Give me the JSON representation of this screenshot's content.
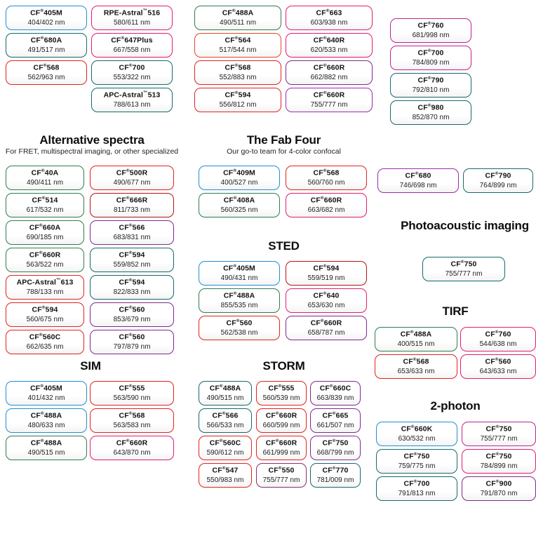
{
  "page": {
    "title": "CF Dye Selection Chart",
    "registered_mark": "®",
    "trademark_mark": "™",
    "unit": "nm"
  },
  "palette": {
    "blue": "#1f8fd4",
    "green": "#2f7d4f",
    "teal": "#17696b",
    "red": "#e0231f",
    "darkred": "#b3141b",
    "orange": "#e8452a",
    "pink": "#e51a72",
    "magenta": "#c0238f",
    "purple": "#7d2a8e",
    "violet": "#9a2bb0",
    "plum": "#8b2f6d"
  },
  "sections": {
    "top_left": {
      "heading": "",
      "subheading": "",
      "columns": [
        [
          {
            "name": "CF®405M",
            "spec": "404/402 nm",
            "color": "blue"
          },
          {
            "name": "CF®680A",
            "spec": "491/517 nm",
            "color": "teal"
          },
          {
            "name": "CF®568",
            "spec": "562/963 nm",
            "color": "red"
          }
        ],
        [
          {
            "name": "RPE-Astral™516",
            "spec": "580/611 nm",
            "color": "pink"
          },
          {
            "name": "CF®647Plus",
            "spec": "667/558 nm",
            "color": "pink"
          },
          {
            "name": "CF®700",
            "spec": "553/322 nm",
            "color": "teal"
          },
          {
            "name": "APC-Astral™513",
            "spec": "788/613 nm",
            "color": "teal"
          }
        ]
      ]
    },
    "top_mid": {
      "columns": [
        [
          {
            "name": "CF®488A",
            "spec": "490/511 nm",
            "color": "green"
          },
          {
            "name": "CF®564",
            "spec": "517/544 nm",
            "color": "orange"
          },
          {
            "name": "CF®568",
            "spec": "552/883 nm",
            "color": "red"
          },
          {
            "name": "CF®594",
            "spec": "556/812 nm",
            "color": "red"
          }
        ],
        [
          {
            "name": "CF®663",
            "spec": "603/938 nm",
            "color": "pink"
          },
          {
            "name": "CF®640R",
            "spec": "620/533 nm",
            "color": "pink"
          },
          {
            "name": "CF®660R",
            "spec": "662/882 nm",
            "color": "purple"
          },
          {
            "name": "CF®660R",
            "spec": "755/777 nm",
            "color": "violet"
          }
        ]
      ]
    },
    "top_right": {
      "columns": [
        [
          {
            "name": "CF®760",
            "spec": "681/998 nm",
            "color": "magenta"
          },
          {
            "name": "CF®700",
            "spec": "784/809 nm",
            "color": "magenta"
          },
          {
            "name": "CF®790",
            "spec": "792/810 nm",
            "color": "teal"
          },
          {
            "name": "CF®980",
            "spec": "852/870 nm",
            "color": "teal"
          }
        ]
      ]
    },
    "alternative_spectra": {
      "heading": "Alternative spectra",
      "subheading": "For FRET, multispectral imaging, or other specialized",
      "columns": [
        [
          {
            "name": "CF®40A",
            "spec": "490/411 nm",
            "color": "green"
          },
          {
            "name": "CF®514",
            "spec": "617/532 nm",
            "color": "green"
          },
          {
            "name": "CF®660A",
            "spec": "690/185 nm",
            "color": "green"
          },
          {
            "name": "CF®660R",
            "spec": "563/522 nm",
            "color": "green"
          },
          {
            "name": "APC-Astral™613",
            "spec": "788/133 nm",
            "color": "red"
          },
          {
            "name": "CF®594",
            "spec": "560/675 nm",
            "color": "red"
          },
          {
            "name": "CF®560C",
            "spec": "662/635 nm",
            "color": "red"
          }
        ],
        [
          {
            "name": "CF®500R",
            "spec": "490/677 nm",
            "color": "red"
          },
          {
            "name": "CF®666R",
            "spec": "811/733 nm",
            "color": "darkred"
          },
          {
            "name": "CF®566",
            "spec": "683/831 nm",
            "color": "purple"
          },
          {
            "name": "CF®594",
            "spec": "559/852 nm",
            "color": "teal"
          },
          {
            "name": "CF®594",
            "spec": "822/833 nm",
            "color": "teal"
          },
          {
            "name": "CF®560",
            "spec": "853/679 nm",
            "color": "purple"
          },
          {
            "name": "CF®560",
            "spec": "797/879 nm",
            "color": "purple"
          }
        ]
      ]
    },
    "fab_four": {
      "heading": "The Fab Four",
      "subheading": "Our go-to team for 4-color confocal",
      "columns": [
        [
          {
            "name": "CF®409M",
            "spec": "400/527 nm",
            "color": "blue"
          },
          {
            "name": "CF®408A",
            "spec": "560/325 nm",
            "color": "green"
          }
        ],
        [
          {
            "name": "CF®568",
            "spec": "560/760 nm",
            "color": "red"
          },
          {
            "name": "CF®660R",
            "spec": "663/682 nm",
            "color": "pink"
          }
        ]
      ]
    },
    "sted": {
      "heading": "STED",
      "subheading": "",
      "columns": [
        [
          {
            "name": "CF®405M",
            "spec": "490/431 nm",
            "color": "blue"
          },
          {
            "name": "CF®488A",
            "spec": "855/535 nm",
            "color": "green"
          },
          {
            "name": "CF®560",
            "spec": "562/538 nm",
            "color": "red"
          }
        ],
        [
          {
            "name": "CF®594",
            "spec": "559/519 nm",
            "color": "darkred"
          },
          {
            "name": "CF®640",
            "spec": "653/630 nm",
            "color": "pink"
          },
          {
            "name": "CF®660R",
            "spec": "658/787 nm",
            "color": "purple"
          }
        ]
      ]
    },
    "storm": {
      "heading": "STORM",
      "subheading": "",
      "columns": [
        [
          {
            "name": "CF®488A",
            "spec": "490/515 nm",
            "color": "teal"
          },
          {
            "name": "CF®566",
            "spec": "566/533 nm",
            "color": "teal"
          },
          {
            "name": "CF®560C",
            "spec": "590/612 nm",
            "color": "red"
          },
          {
            "name": "CF®547",
            "spec": "550/983 nm",
            "color": "red"
          }
        ],
        [
          {
            "name": "CF®555",
            "spec": "560/539 nm",
            "color": "red"
          },
          {
            "name": "CF®660R",
            "spec": "660/599 nm",
            "color": "red"
          },
          {
            "name": "CF®660R",
            "spec": "661/999 nm",
            "color": "red"
          },
          {
            "name": "CF®550",
            "spec": "755/777 nm",
            "color": "plum"
          }
        ],
        [
          {
            "name": "CF®660C",
            "spec": "663/839 nm",
            "color": "purple"
          },
          {
            "name": "CF®665",
            "spec": "661/507 nm",
            "color": "purple"
          },
          {
            "name": "CF®750",
            "spec": "668/799 nm",
            "color": "purple"
          },
          {
            "name": "CF®770",
            "spec": "781/009 nm",
            "color": "teal"
          }
        ]
      ]
    },
    "sim": {
      "heading": "SIM",
      "subheading": "",
      "columns": [
        [
          {
            "name": "CF®405M",
            "spec": "401/432 nm",
            "color": "blue"
          },
          {
            "name": "CF®488A",
            "spec": "480/633 nm",
            "color": "blue"
          },
          {
            "name": "CF®488A",
            "spec": "490/515 nm",
            "color": "green"
          }
        ],
        [
          {
            "name": "CF®555",
            "spec": "563/590 nm",
            "color": "red"
          },
          {
            "name": "CF®568",
            "spec": "563/583 nm",
            "color": "red"
          },
          {
            "name": "CF®660R",
            "spec": "643/870 nm",
            "color": "pink"
          }
        ]
      ]
    },
    "mid_right": {
      "columns": [
        [
          {
            "name": "CF®680",
            "spec": "746/698 nm",
            "color": "violet"
          }
        ],
        [
          {
            "name": "CF®790",
            "spec": "764/899 nm",
            "color": "teal"
          }
        ]
      ]
    },
    "photoacoustic": {
      "heading": "Photoacoustic imaging",
      "subheading": "",
      "columns": [
        [
          {
            "name": "CF®750",
            "spec": "755/777 nm",
            "color": "teal"
          }
        ]
      ]
    },
    "tirf": {
      "heading": "TIRF",
      "subheading": "",
      "columns": [
        [
          {
            "name": "CF®488A",
            "spec": "400/515 nm",
            "color": "green"
          },
          {
            "name": "CF®568",
            "spec": "653/633 nm",
            "color": "red"
          }
        ],
        [
          {
            "name": "CF®760",
            "spec": "544/638 nm",
            "color": "pink"
          },
          {
            "name": "CF®560",
            "spec": "643/633 nm",
            "color": "pink"
          }
        ]
      ]
    },
    "two_photon": {
      "heading": "2-photon",
      "subheading": "",
      "columns": [
        [
          {
            "name": "CF®660K",
            "spec": "630/532 nm",
            "color": "blue"
          },
          {
            "name": "CF®750",
            "spec": "759/775 nm",
            "color": "teal"
          },
          {
            "name": "CF®700",
            "spec": "791/813 nm",
            "color": "teal"
          }
        ],
        [
          {
            "name": "CF®750",
            "spec": "755/777 nm",
            "color": "magenta"
          },
          {
            "name": "CF®750",
            "spec": "784/899 nm",
            "color": "pink"
          },
          {
            "name": "CF®900",
            "spec": "791/870 nm",
            "color": "purple"
          }
        ]
      ]
    }
  }
}
